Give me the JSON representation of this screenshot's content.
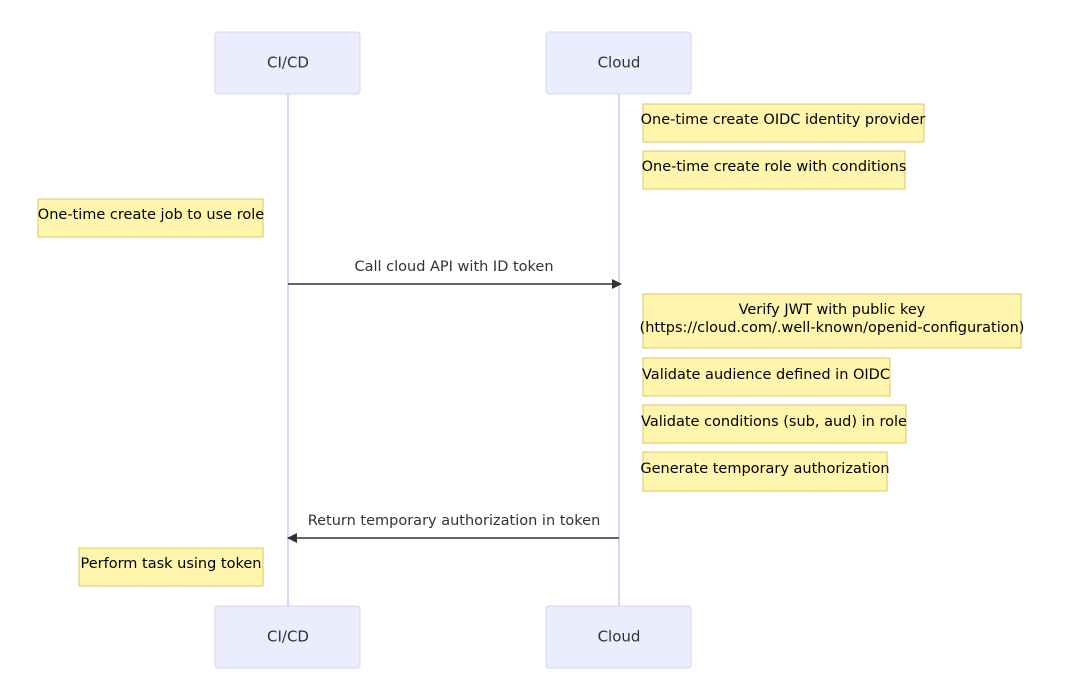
{
  "participants": {
    "cicd": "CI/CD",
    "cloud": "Cloud"
  },
  "notes": {
    "create_oidc_provider": "One-time create OIDC identity provider",
    "create_role": "One-time create role with conditions",
    "create_job": "One-time create job to use role",
    "verify_jwt_line1": "Verify JWT with public key",
    "verify_jwt_line2": "(https://cloud.com/.well-known/openid-configuration)",
    "validate_audience": "Validate audience defined in OIDC",
    "validate_conditions": "Validate conditions (sub, aud) in role",
    "generate_auth": "Generate temporary authorization",
    "perform_task": "Perform task using token"
  },
  "messages": {
    "call_api": "Call cloud API with ID token",
    "return_auth": "Return temporary authorization in token"
  }
}
